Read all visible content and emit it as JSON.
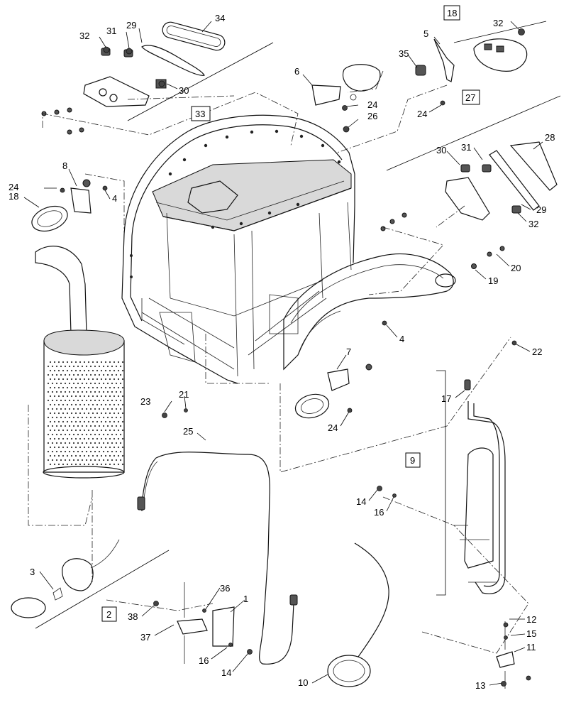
{
  "callouts": [
    {
      "id": "c32a",
      "text": "32"
    },
    {
      "id": "c31a",
      "text": "31"
    },
    {
      "id": "c29a",
      "text": "29"
    },
    {
      "id": "c34",
      "text": "34"
    },
    {
      "id": "c30a",
      "text": "30"
    },
    {
      "id": "c24a",
      "text": "24"
    },
    {
      "id": "c8",
      "text": "8"
    },
    {
      "id": "c4a",
      "text": "4"
    },
    {
      "id": "c18a",
      "text": "18"
    },
    {
      "id": "c6",
      "text": "6"
    },
    {
      "id": "c24b",
      "text": "24"
    },
    {
      "id": "c26",
      "text": "26"
    },
    {
      "id": "c5",
      "text": "5"
    },
    {
      "id": "c35",
      "text": "35"
    },
    {
      "id": "c24c",
      "text": "24"
    },
    {
      "id": "c32b",
      "text": "32"
    },
    {
      "id": "c30b",
      "text": "30"
    },
    {
      "id": "c31b",
      "text": "31"
    },
    {
      "id": "c28",
      "text": "28"
    },
    {
      "id": "c29b",
      "text": "29"
    },
    {
      "id": "c32c",
      "text": "32"
    },
    {
      "id": "c20",
      "text": "20"
    },
    {
      "id": "c19",
      "text": "19"
    },
    {
      "id": "c4b",
      "text": "4"
    },
    {
      "id": "c22",
      "text": "22"
    },
    {
      "id": "c7",
      "text": "7"
    },
    {
      "id": "c24d",
      "text": "24"
    },
    {
      "id": "c23",
      "text": "23"
    },
    {
      "id": "c21",
      "text": "21"
    },
    {
      "id": "c25",
      "text": "25"
    },
    {
      "id": "c17",
      "text": "17"
    },
    {
      "id": "c14a",
      "text": "14"
    },
    {
      "id": "c16a",
      "text": "16"
    },
    {
      "id": "c3",
      "text": "3"
    },
    {
      "id": "c38",
      "text": "38"
    },
    {
      "id": "c36",
      "text": "36"
    },
    {
      "id": "c1",
      "text": "1"
    },
    {
      "id": "c37",
      "text": "37"
    },
    {
      "id": "c16b",
      "text": "16"
    },
    {
      "id": "c14b",
      "text": "14"
    },
    {
      "id": "c10",
      "text": "10"
    },
    {
      "id": "c12",
      "text": "12"
    },
    {
      "id": "c15",
      "text": "15"
    },
    {
      "id": "c11",
      "text": "11"
    },
    {
      "id": "c13",
      "text": "13"
    }
  ],
  "boxed_callouts": [
    {
      "id": "b18",
      "text": "18"
    },
    {
      "id": "b27",
      "text": "27"
    },
    {
      "id": "b33",
      "text": "33"
    },
    {
      "id": "b9",
      "text": "9"
    },
    {
      "id": "b2",
      "text": "2"
    }
  ]
}
